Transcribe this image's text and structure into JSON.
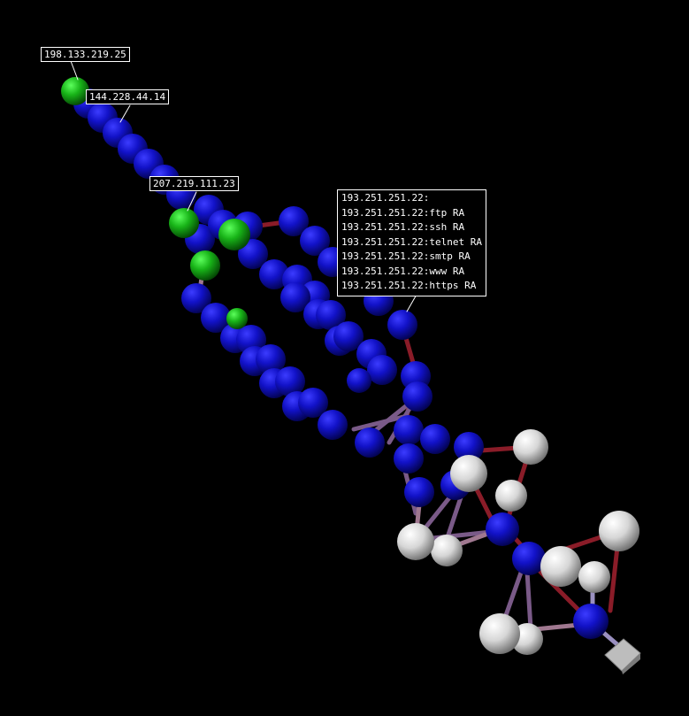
{
  "scene": {
    "background": "#000000",
    "node_colors": {
      "host": "#1010c8",
      "highlight": "#18b418",
      "endpoint": "#e6e6e6"
    },
    "edge_colors": {
      "red": "#8a1c28",
      "purple": "#7a5a88",
      "pink": "#a07890",
      "lavender": "#9a90c0"
    }
  },
  "labels": {
    "ip1": "198.133.219.25",
    "ip2": "144.228.44.14",
    "ip3": "207.219.111.23",
    "services": [
      "193.251.251.22:",
      "193.251.251.22:ftp RA",
      "193.251.251.22:ssh RA",
      "193.251.251.22:telnet RA",
      "193.251.251.22:smtp RA",
      "193.251.251.22:www RA",
      "193.251.251.22:https RA"
    ]
  }
}
